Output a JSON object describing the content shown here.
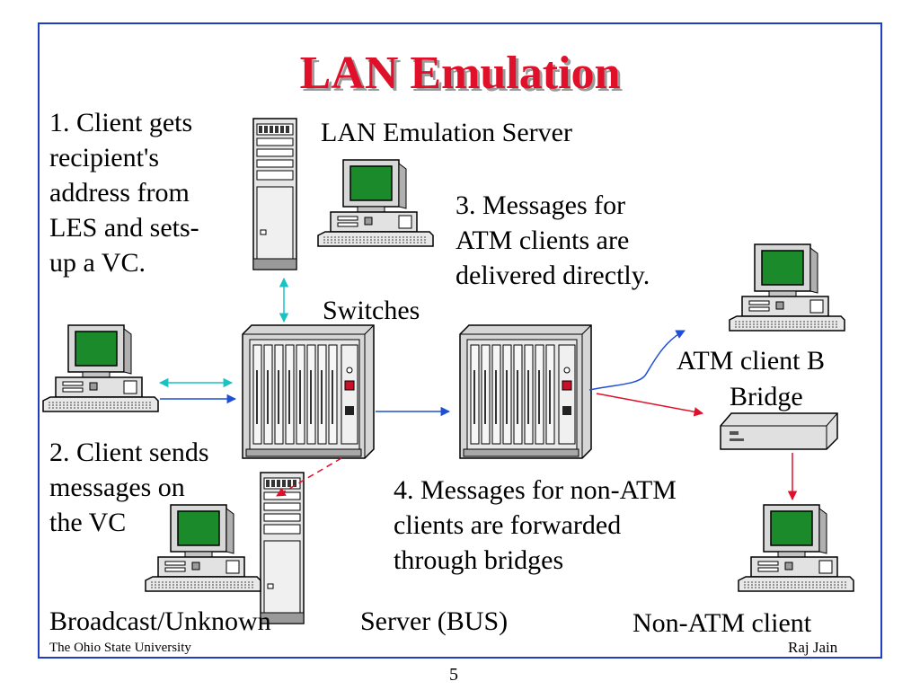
{
  "slide": {
    "title": "LAN Emulation",
    "footer_left": "The Ohio State University",
    "footer_right": "Raj Jain",
    "page_number": "5"
  },
  "labels": {
    "les": "LAN Emulation Server",
    "switches": "Switches",
    "atm_client_b": "ATM client B",
    "bridge": "Bridge",
    "bus_left": "Broadcast/Unknown",
    "bus_right": "Server (BUS)",
    "non_atm_client": "Non-ATM client"
  },
  "steps": {
    "step1": [
      "1. Client gets",
      "recipient's",
      "address from",
      "LES and sets-",
      "up a VC."
    ],
    "step2": [
      "2. Client sends",
      "messages on",
      "the VC"
    ],
    "step3": [
      "3. Messages for",
      "ATM clients are",
      "delivered directly."
    ],
    "step4": [
      "4. Messages for non-ATM",
      "clients are forwarded",
      "through bridges"
    ]
  },
  "colors": {
    "title": "#e0102a",
    "frame": "#1f3fbf",
    "arrow_cyan": "#19c3c3",
    "arrow_blue": "#1f4fd6",
    "arrow_red": "#e0102a",
    "screen": "#1a8a2a"
  }
}
